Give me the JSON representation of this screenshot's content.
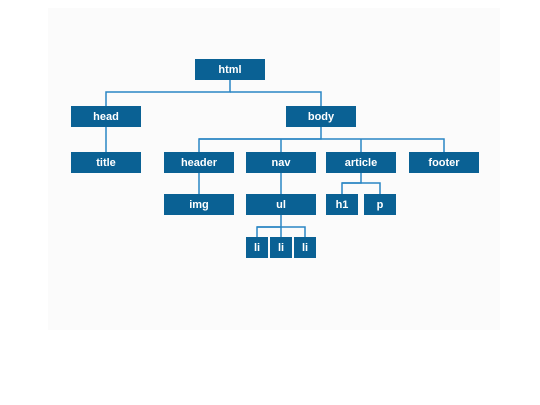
{
  "colors": {
    "node_fill": "#0a6194",
    "connector": "#2a86c4",
    "panel": "#fbfbfb"
  },
  "nodes": {
    "html": "html",
    "head": "head",
    "body": "body",
    "title": "title",
    "header": "header",
    "nav": "nav",
    "article": "article",
    "footer": "footer",
    "img": "img",
    "ul": "ul",
    "h1": "h1",
    "p": "p",
    "li_1": "li",
    "li_2": "li",
    "li_3": "li"
  },
  "tree": {
    "html": [
      "head",
      "body"
    ],
    "head": [
      "title"
    ],
    "body": [
      "header",
      "nav",
      "article",
      "footer"
    ],
    "header": [
      "img"
    ],
    "nav": [
      "ul"
    ],
    "article": [
      "h1",
      "p"
    ],
    "ul": [
      "li_1",
      "li_2",
      "li_3"
    ]
  }
}
